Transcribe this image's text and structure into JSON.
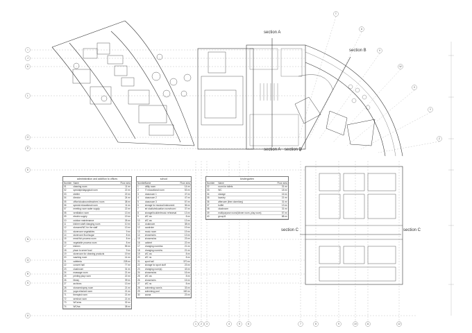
{
  "section_labels": {
    "a_top": "section A",
    "a_bottom": "section A",
    "b_top": "section B",
    "b_bottom": "section B",
    "c_left": "section C",
    "c_right": "section C"
  },
  "grid_left": [
    "I",
    "J",
    "K",
    "L",
    "O",
    "P",
    "E",
    "N",
    "Q",
    "R",
    "S",
    "A"
  ],
  "grid_bottom": [
    "1",
    "2",
    "3",
    "4",
    "5",
    "6",
    "7",
    "8",
    "9",
    "10",
    "11",
    "12"
  ],
  "grid_arc": [
    "T",
    "U",
    "V",
    "W",
    "X",
    "Y",
    "Z"
  ],
  "tables": [
    {
      "title": "administration and addition to offices",
      "headers": [
        "Number",
        "Name",
        "Floor area"
      ],
      "rows": [
        [
          "01",
          "cleaning room",
          "11 m²"
        ],
        [
          "02",
          "specialpedagogical room",
          "22 m²"
        ],
        [
          "03",
          "shelter",
          "22 m²"
        ],
        [
          "04",
          "director",
          "24 m²"
        ],
        [
          "05",
          "office/cloakroom/teachers' room",
          "38 m²"
        ],
        [
          "06",
          "special educational room",
          "11 m²"
        ],
        [
          "07",
          "meeting room water supply",
          "22 m²"
        ],
        [
          "08",
          "ventilation room",
          "13 m²"
        ],
        [
          "09",
          "electric supply",
          "19 m²"
        ],
        [
          "10",
          "outdoor maintenance",
          "26 m²"
        ],
        [
          "11",
          "kitchen staff changing room",
          "10 m²"
        ],
        [
          "12",
          "showers/WC for the staff",
          "13 m²"
        ],
        [
          "13",
          "storeroom vegetables",
          "9 m²"
        ],
        [
          "14",
          "storeroom flour/sugar",
          "8 m²"
        ],
        [
          "15",
          "meat fish process room",
          "8 m²"
        ],
        [
          "16",
          "vegetable process room",
          "8 m²"
        ],
        [
          "17",
          "kitchen",
          "55 m²"
        ],
        [
          "18",
          "place to serve food",
          "9 m²"
        ],
        [
          "19",
          "storeroom for cleaning products",
          "19 m²"
        ],
        [
          "20",
          "washing room",
          "14 m²"
        ],
        [
          "21",
          "cafeteria",
          "228 m²"
        ],
        [
          "22",
          "concert hall",
          "77 m²"
        ],
        [
          "23",
          "cloakroom",
          "31 m²"
        ],
        [
          "24",
          "massage room",
          "21 m²"
        ],
        [
          "25",
          "printing play room",
          "22 m²"
        ],
        [
          "26",
          "library",
          "39 m²"
        ],
        [
          "27",
          "archives",
          "13 m²"
        ],
        [
          "28",
          "showers/spray room",
          "21 m²"
        ],
        [
          "29",
          "yoga relax/art room",
          "21 m²"
        ],
        [
          "71",
          "therapist room",
          "21 m²"
        ],
        [
          "72",
          "seminar room",
          "21 m²"
        ],
        [
          "73",
          "WCs/ws",
          "32 m²"
        ],
        [
          "74",
          "WC/ws",
          "38 m²"
        ]
      ]
    },
    {
      "title": "school",
      "headers": [
        "Number",
        "Name",
        "Floor area"
      ],
      "rows": [
        [
          "1",
          "utility room",
          "14 m²"
        ],
        [
          "2",
          "IT educational room",
          "53 m²"
        ],
        [
          "3",
          "classroom 1",
          "47 m²"
        ],
        [
          "4",
          "classroom 2",
          "47 m²"
        ],
        [
          "5",
          "classroom 3",
          "57 m²"
        ],
        [
          "6",
          "storage for musical instrument",
          "36 m²"
        ],
        [
          "7",
          "art studio/education room/room layouts",
          "37 m²"
        ],
        [
          "8",
          "storage/boulder/music rehearsal room",
          "13 m²"
        ],
        [
          "9",
          "WC ws",
          "8 m²"
        ],
        [
          "10",
          "WC ws",
          "13 m²"
        ],
        [
          "11",
          "cloakroom",
          "38 m²"
        ],
        [
          "12",
          "wardrobe",
          "19 m²"
        ],
        [
          "13",
          "music room",
          "19 m²"
        ],
        [
          "14",
          "showers/ns",
          "13 m²"
        ],
        [
          "15",
          "showers/ws",
          "23 m²"
        ],
        [
          "16",
          "cabinet",
          "22 m²"
        ],
        [
          "17",
          "changing room/ws",
          "21 m²"
        ],
        [
          "18",
          "changing room/ns",
          "21 m²"
        ],
        [
          "19",
          "WC ws",
          "8 m²"
        ],
        [
          "20",
          "WC ns",
          "8 m²"
        ],
        [
          "21",
          "sport hall",
          "370 m²"
        ],
        [
          "22",
          "storage for sport stuff",
          "23 m²"
        ],
        [
          "23",
          "changing room(s)",
          "43 m²"
        ],
        [
          "24",
          "showers/ws",
          "16 m²"
        ],
        [
          "25",
          "WC ws",
          "8 m²"
        ],
        [
          "26",
          "showers/ns",
          "16 m²"
        ],
        [
          "27",
          "WC ns",
          "8 m²"
        ],
        [
          "28",
          "swimming room/s",
          "33 m²"
        ],
        [
          "29",
          "swimming pool",
          "182 m²"
        ],
        [
          "30",
          "sauna",
          "23 m²"
        ]
      ]
    },
    {
      "title": "kindergarten",
      "headers": [
        "Number",
        "Name",
        "Floor area"
      ],
      "rows": [
        [
          "32",
          "room for toilets",
          "31 m²"
        ],
        [
          "33",
          "WC",
          "18 m²"
        ],
        [
          "34",
          "storage",
          "16 m²"
        ],
        [
          "35",
          "laundry",
          "21 m²"
        ],
        [
          "36",
          "aftercare (then dormitory)",
          "31 m²"
        ],
        [
          "37",
          "buffet",
          "13 m²"
        ],
        [
          "38",
          "cloakroom",
          "31 m²"
        ],
        [
          "39",
          "multipurpose room/(dinner room, play room)",
          "57 m²"
        ],
        [
          "40",
          "group11",
          "88 m²"
        ]
      ]
    }
  ]
}
